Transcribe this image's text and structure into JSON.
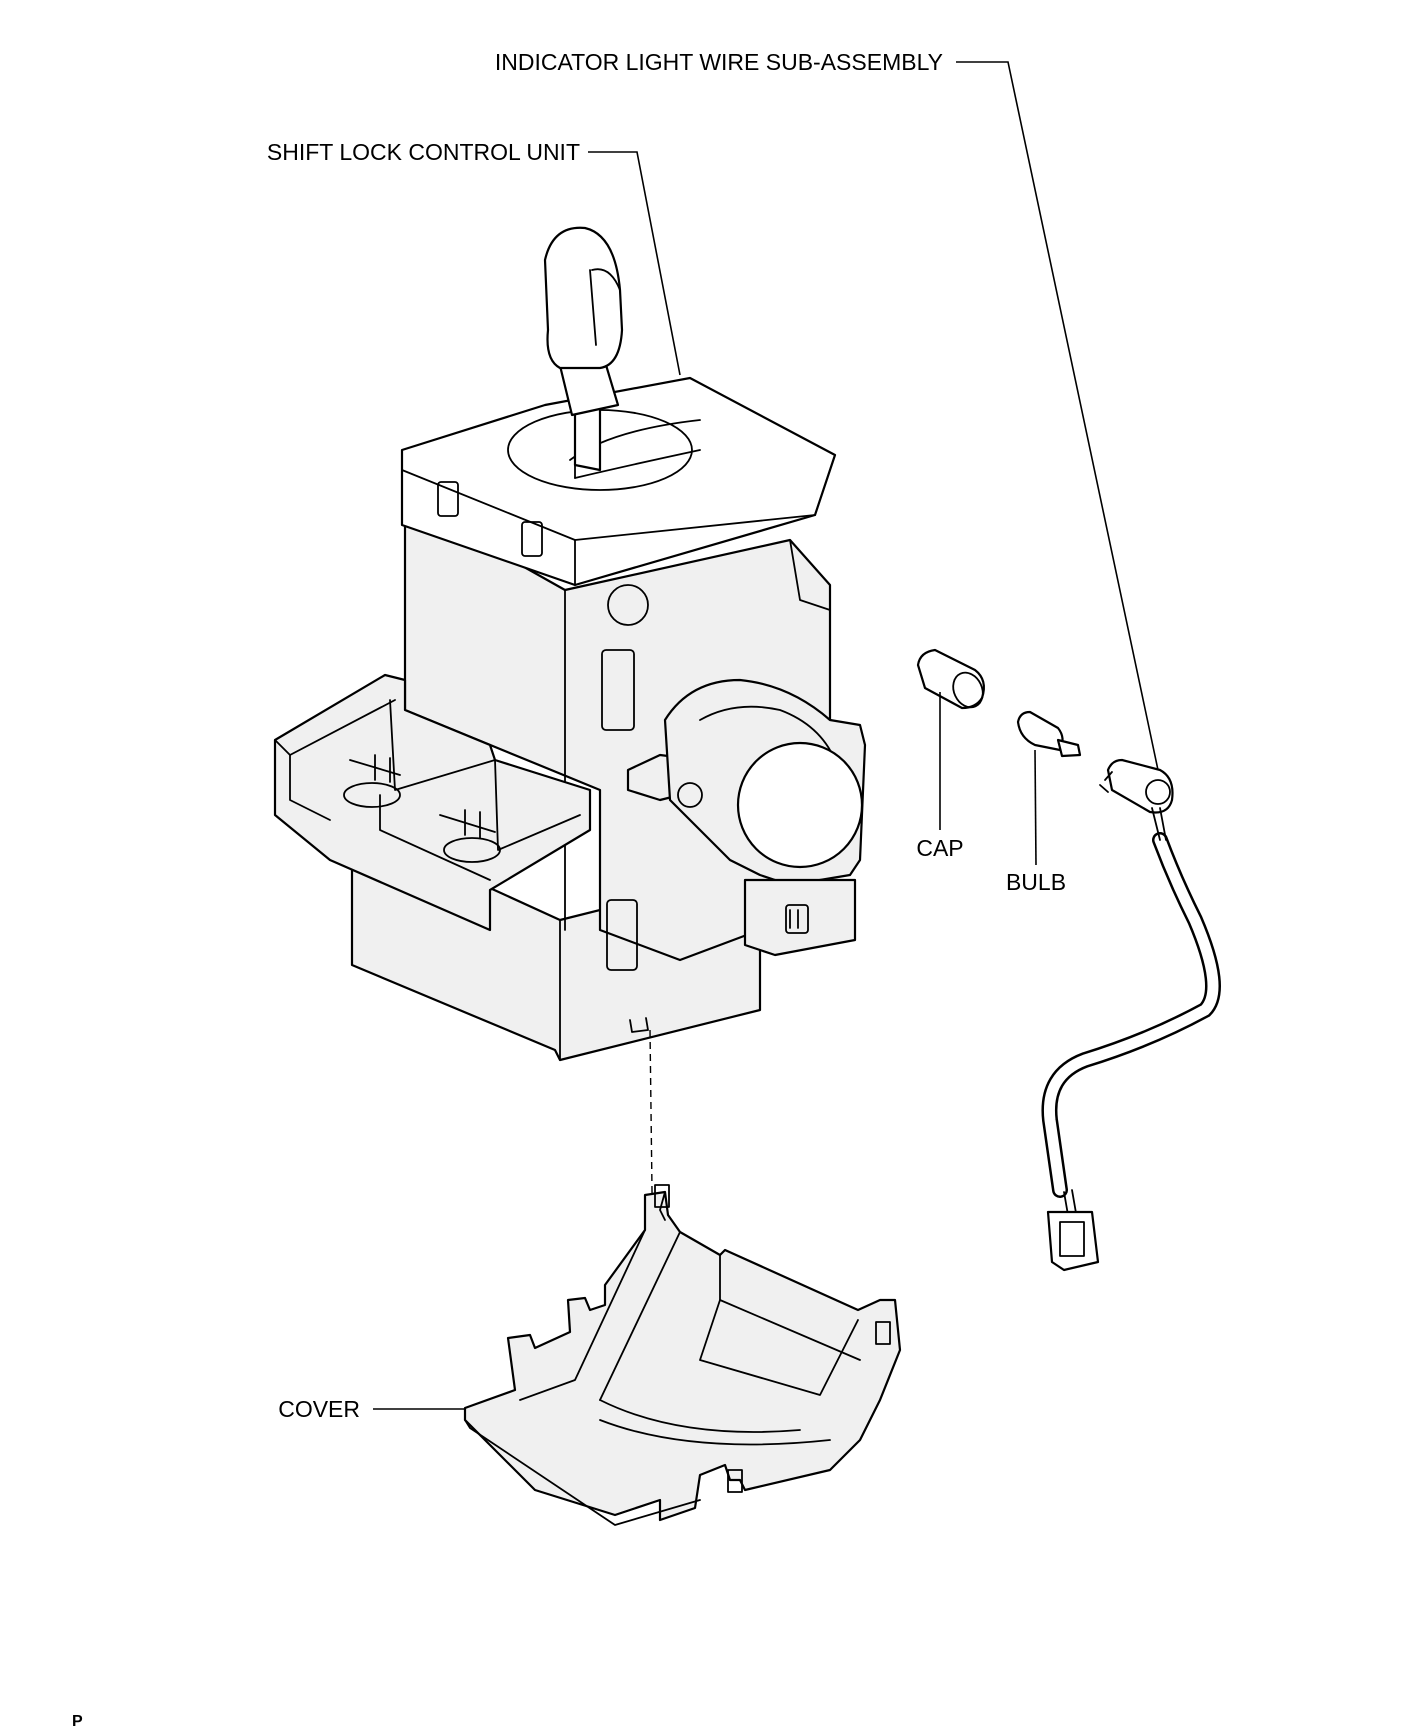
{
  "labels": {
    "indicator_wire": "INDICATOR LIGHT WIRE SUB-ASSEMBLY",
    "shift_lock": "SHIFT LOCK CONTROL UNIT",
    "cap": "CAP",
    "bulb": "BULB",
    "cover": "COVER"
  },
  "footer_code": "P"
}
